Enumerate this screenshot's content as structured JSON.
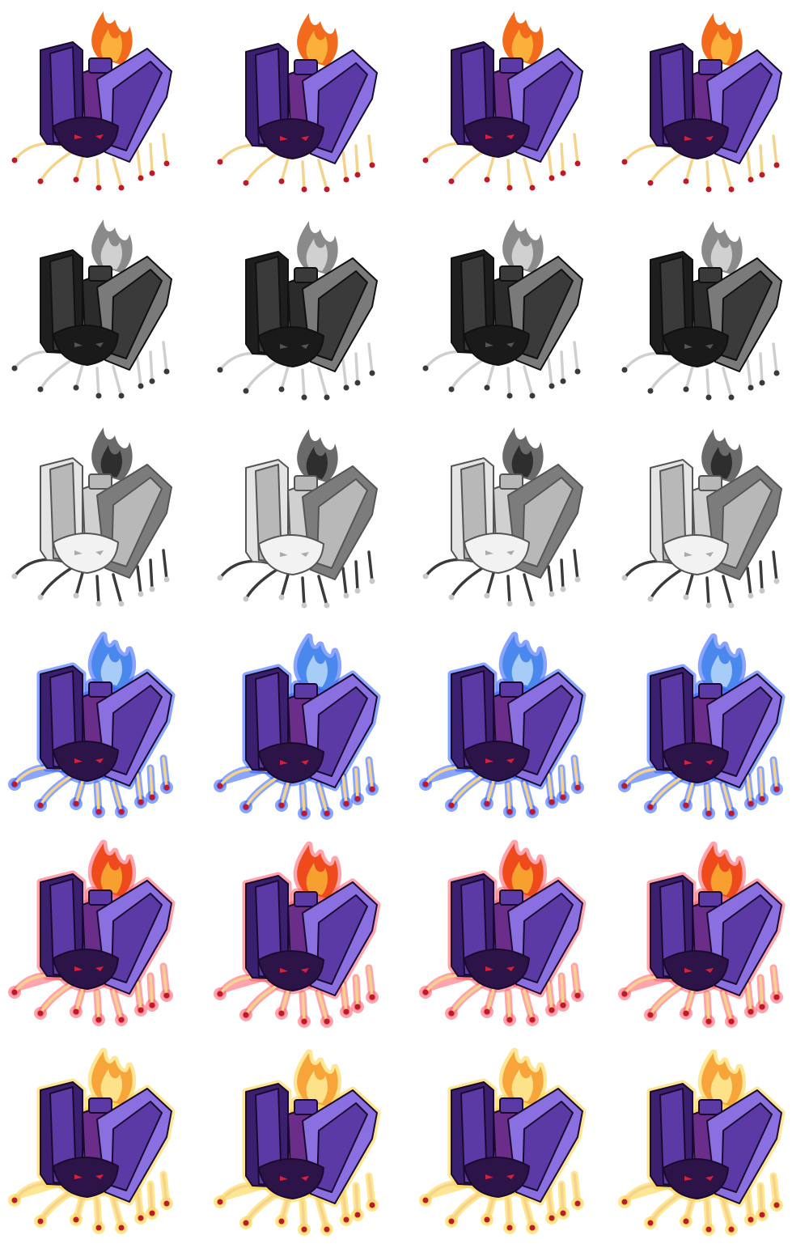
{
  "sprite_sheet": {
    "columns": 4,
    "frames_per_row": 4,
    "rows": [
      {
        "variant": "color",
        "palette": {
          "boxDark": "#3b2070",
          "boxMid": "#5c3aa6",
          "boxLight": "#8a6fe0",
          "lighter": "#6a2e8a",
          "body": "#2c1448",
          "flameOuter": "#f26b1d",
          "flameInner": "#fbb03b",
          "leg": "#f6d38a",
          "tip": "#c0182b",
          "eye": "#d8203a",
          "outline": "#1a0b2e",
          "glow": ""
        }
      },
      {
        "variant": "grayscale",
        "palette": {
          "boxDark": "#1e1e1e",
          "boxMid": "#3a3a3a",
          "boxLight": "#7a7a7a",
          "lighter": "#2b2b2b",
          "body": "#1a1a1a",
          "flameOuter": "#8a8a8a",
          "flameInner": "#d0d0d0",
          "leg": "#cfcfcf",
          "tip": "#3a3a3a",
          "eye": "#555555",
          "outline": "#111111",
          "glow": ""
        }
      },
      {
        "variant": "inverted-light",
        "palette": {
          "boxDark": "#e4e4e4",
          "boxMid": "#b8b8b8",
          "boxLight": "#7c7c7c",
          "lighter": "#d0d0d0",
          "body": "#f2f2f2",
          "flameOuter": "#6a6a6a",
          "flameInner": "#2e2e2e",
          "leg": "#3a3a3a",
          "tip": "#c8c8c8",
          "eye": "#aaaaaa",
          "outline": "#555555",
          "glow": ""
        }
      },
      {
        "variant": "blue-glow",
        "palette": {
          "boxDark": "#3b2070",
          "boxMid": "#5c3aa6",
          "boxLight": "#8a6fe0",
          "lighter": "#6a2e8a",
          "body": "#2c1448",
          "flameOuter": "#4a88ee",
          "flameInner": "#a8ccf8",
          "leg": "#f6d38a",
          "tip": "#c0182b",
          "eye": "#d8203a",
          "outline": "#1a0b2e",
          "glow": "#2b5cff"
        }
      },
      {
        "variant": "red-glow",
        "palette": {
          "boxDark": "#3b2070",
          "boxMid": "#5c3aa6",
          "boxLight": "#8a6fe0",
          "lighter": "#6a2e8a",
          "body": "#2c1448",
          "flameOuter": "#ef4a1c",
          "flameInner": "#f7a030",
          "leg": "#f6d38a",
          "tip": "#c0182b",
          "eye": "#d8203a",
          "outline": "#1a0b2e",
          "glow": "#ff5a6a"
        }
      },
      {
        "variant": "yellow-glow",
        "palette": {
          "boxDark": "#3b2070",
          "boxMid": "#5c3aa6",
          "boxLight": "#8a6fe0",
          "lighter": "#6a2e8a",
          "body": "#2c1448",
          "flameOuter": "#f7a53a",
          "flameInner": "#fde28a",
          "leg": "#f6d38a",
          "tip": "#c0182b",
          "eye": "#d8203a",
          "outline": "#1a0b2e",
          "glow": "#ffd23a"
        }
      }
    ]
  }
}
